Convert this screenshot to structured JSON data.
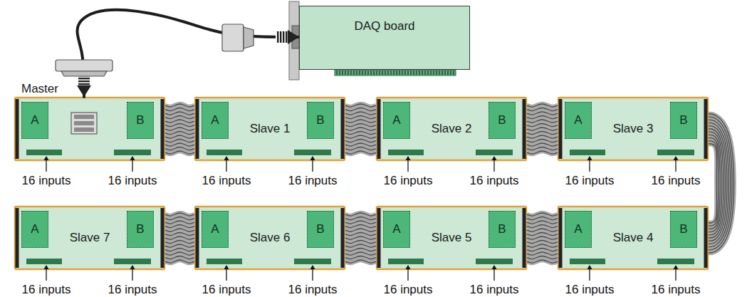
{
  "diagram": {
    "nodes": [
      {
        "text": [
          "DAQ board"
        ]
      },
      {
        "text": [
          "Master"
        ]
      },
      {
        "text": [
          "A"
        ],
        "in": 1
      },
      {
        "text": [
          "B"
        ],
        "in": 1
      },
      {
        "text": [
          "Slave 1"
        ]
      },
      {
        "text": [
          "A"
        ],
        "in": 4
      },
      {
        "text": [
          "B"
        ],
        "in": 4
      },
      {
        "text": [
          "Slave 2"
        ]
      },
      {
        "text": [
          "A"
        ],
        "in": 7
      },
      {
        "text": [
          "B"
        ],
        "in": 7
      },
      {
        "text": [
          "Slave 3"
        ]
      },
      {
        "text": [
          "A"
        ],
        "in": 10
      },
      {
        "text": [
          "B"
        ],
        "in": 10
      },
      {
        "text": [
          "Slave 7"
        ]
      },
      {
        "text": [
          "A"
        ],
        "in": 13
      },
      {
        "text": [
          "B"
        ],
        "in": 13
      },
      {
        "text": [
          "Slave 6"
        ]
      },
      {
        "text": [
          "A"
        ],
        "in": 16
      },
      {
        "text": [
          "B"
        ],
        "in": 16
      },
      {
        "text": [
          "Slave 5"
        ]
      },
      {
        "text": [
          "A"
        ],
        "in": 19
      },
      {
        "text": [
          "B"
        ],
        "in": 19
      },
      {
        "text": [
          "Slave 4"
        ]
      },
      {
        "text": [
          "A"
        ],
        "in": 22
      },
      {
        "text": [
          "B"
        ],
        "in": 22
      }
    ],
    "edges": [
      {
        "from": 1,
        "to": 0,
        "arrow": "both"
      },
      {
        "from": 1,
        "to": 4,
        "arrow": "none"
      },
      {
        "from": 4,
        "to": 7,
        "arrow": "none"
      },
      {
        "from": 7,
        "to": 10,
        "arrow": "none"
      },
      {
        "from": 10,
        "to": 22,
        "arrow": "none"
      },
      {
        "from": 22,
        "to": 19,
        "arrow": "none"
      },
      {
        "from": 19,
        "to": 16,
        "arrow": "none"
      },
      {
        "from": 16,
        "to": 13,
        "arrow": "none"
      }
    ],
    "labels": [
      "16 inputs",
      "16 inputs",
      "16 inputs",
      "16 inputs",
      "16 inputs",
      "16 inputs",
      "16 inputs",
      "16 inputs",
      "16 inputs",
      "16 inputs",
      "16 inputs",
      "16 inputs",
      "16 inputs",
      "16 inputs",
      "16 inputs",
      "16 inputs"
    ]
  }
}
